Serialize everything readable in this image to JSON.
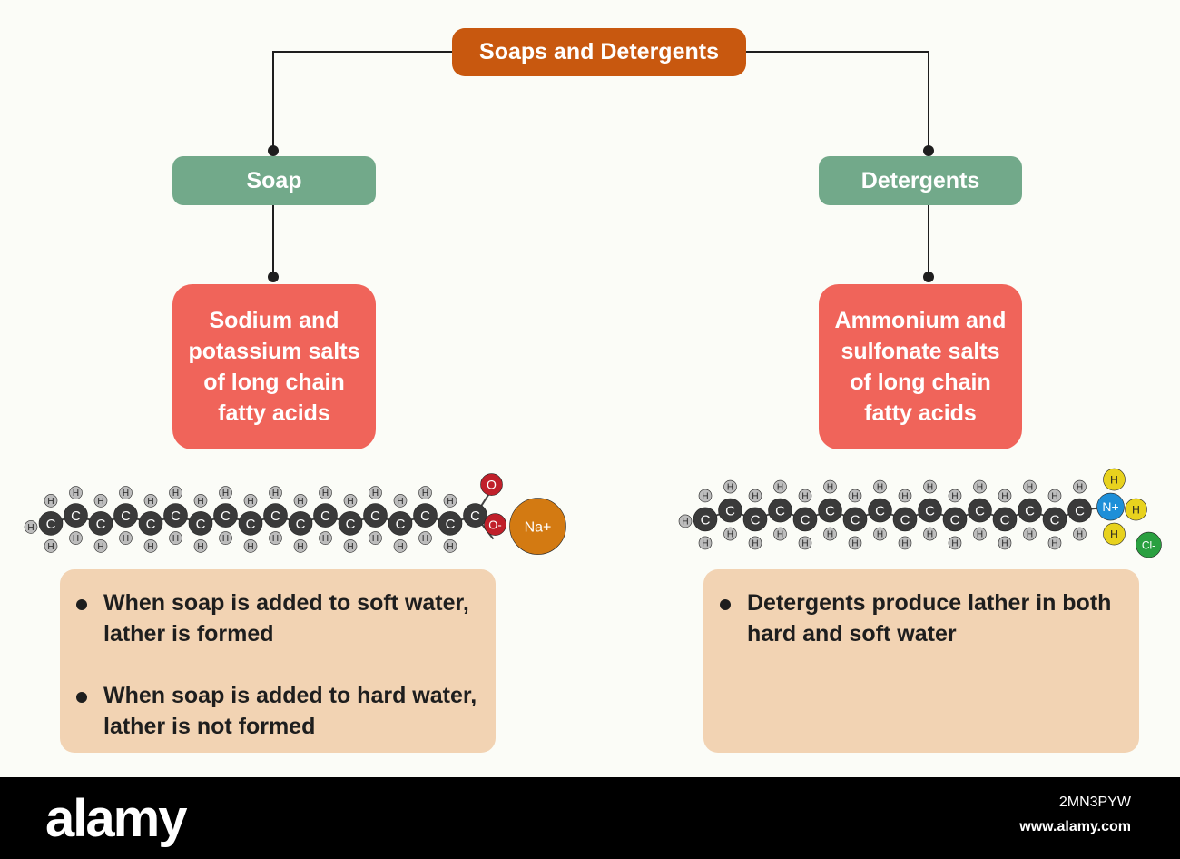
{
  "title": "Soaps and Detergents",
  "soap": {
    "label": "Soap",
    "definition": "Sodium and potassium salts of long chain fatty acids",
    "notes": [
      "When soap is added to soft water, lather is formed",
      "When soap is added to hard water, lather is not formed"
    ],
    "molecule": {
      "atoms": [
        "C",
        "H",
        "O",
        "O-",
        "Na+"
      ]
    }
  },
  "detergents": {
    "label": "Detergents",
    "definition": "Ammonium and sulfonate salts of long chain fatty acids",
    "notes": [
      "Detergents produce lather in both hard and soft water"
    ],
    "molecule": {
      "atoms": [
        "C",
        "H",
        "N+",
        "Cl-"
      ]
    }
  },
  "colors": {
    "title_box": "#c8580f",
    "category_box": "#72a98a",
    "definition_box": "#f0645a",
    "note_box": "#f2d3b3",
    "carbon": "#3a3a3a",
    "hydrogen": "#bdbdbd",
    "oxygen": "#c0202a",
    "sodium": "#d37a12",
    "nitrogen": "#1e8fd8",
    "chlorine": "#2aa040",
    "amine_hydrogen": "#e8d21e"
  },
  "footer": {
    "brand": "alamy",
    "image_id": "2MN3PYW",
    "url": "www.alamy.com"
  }
}
